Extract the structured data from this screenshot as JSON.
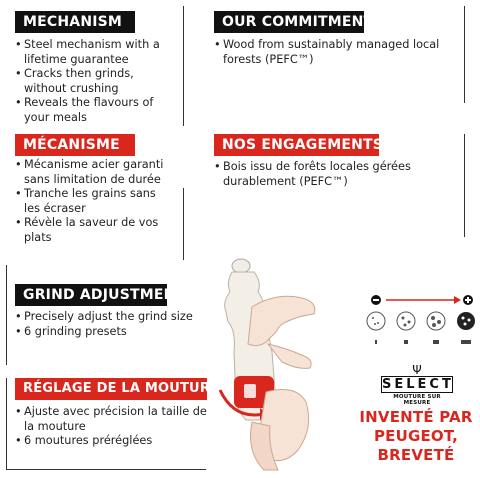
{
  "mechanism_en": {
    "title": "MECHANISM",
    "items": [
      "Steel mechanism with a lifetime guarantee",
      "Cracks then grinds, without crushing",
      "Reveals the flavours of your meals"
    ]
  },
  "commitments_en": {
    "title": "OUR COMMITMENTS",
    "items": [
      "Wood from sustainably managed local forests (PEFC™)"
    ]
  },
  "mechanism_fr": {
    "title": "MÉCANISME",
    "items": [
      "Mécanisme acier garanti sans limitation de durée",
      "Tranche les grains sans les écraser",
      "Révèle la saveur de vos plats"
    ]
  },
  "commitments_fr": {
    "title": "NOS ENGAGEMENTS",
    "items": [
      "Bois issu de forêts locales gérées durablement (PEFC™)"
    ]
  },
  "grind_en": {
    "title": "GRIND ADJUSTMENT",
    "items": [
      "Precisely adjust the grind size",
      "6 grinding presets"
    ]
  },
  "grind_fr": {
    "title": "RÉGLAGE DE LA MOUTURE",
    "items": [
      "Ajuste avec précision la taille de la mouture",
      "6 moutures préréglées"
    ]
  },
  "select_logo": {
    "brand": "SELECT",
    "tagline": "MOUTURE SUR MESURE"
  },
  "invention": {
    "line1": "INVENTÉ PAR",
    "line2": "PEUGEOT,",
    "line3": "BREVETÉ"
  },
  "colors": {
    "accent": "#d9271e",
    "dark": "#111111"
  }
}
